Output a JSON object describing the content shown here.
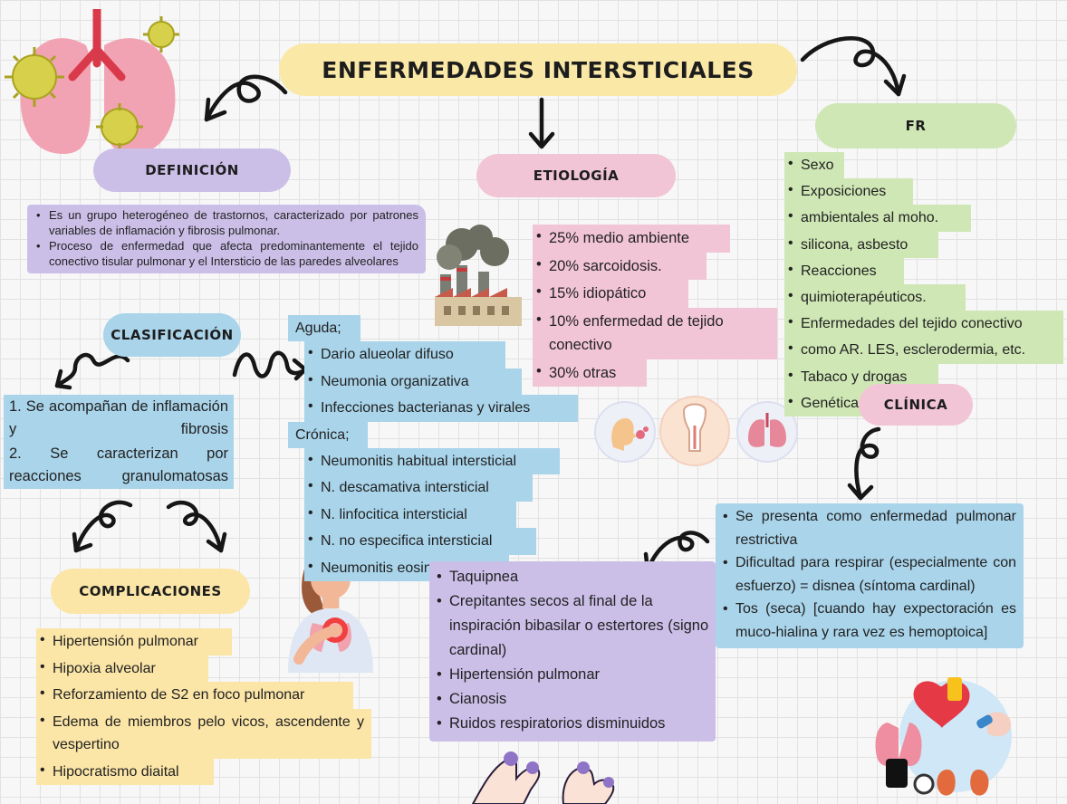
{
  "title": "ENFERMEDADES INTERSTICIALES",
  "colors": {
    "title_bg": "#fae8a6",
    "purple": "#cbbfe8",
    "pink": "#f2c5d6",
    "green": "#cfe7b5",
    "blue": "#a9d4ea",
    "yellow": "#fbe5a7"
  },
  "definicion": {
    "header": "DEFINICIÓN",
    "items": [
      "Es un grupo heterogéneo de trastornos, caracterizado por patrones variables de inflamación y fibrosis pulmonar.",
      "Proceso de enfermedad que afecta predominantemente el tejido conectivo tisular pulmonar y el Intersticio de las paredes alveolares"
    ]
  },
  "etiologia": {
    "header": "ETIOLOGÍA",
    "items": [
      "25% medio ambiente",
      "20% sarcoidosis.",
      "15% idiopático",
      "10% enfermedad de tejido conectivo",
      "30% otras"
    ]
  },
  "fr": {
    "header": "FR",
    "items": [
      {
        "bullet": true,
        "text": "Sexo"
      },
      {
        "bullet": true,
        "text": " Exposiciones"
      },
      {
        "bullet": true,
        "text": "ambientales al moho."
      },
      {
        "bullet": true,
        "text": " silicona, asbesto"
      },
      {
        "bullet": true,
        "text": " Reacciones"
      },
      {
        "bullet": true,
        "text": " quimioterapéuticos."
      },
      {
        "bullet": true,
        "text": "Enfermedades del tejido conectivo"
      },
      {
        "bullet": false,
        "text": "como AR. LES, esclerodermia, etc."
      },
      {
        "bullet": true,
        "text": " Tabaco y drogas"
      },
      {
        "bullet": true,
        "text": " Genética"
      }
    ]
  },
  "clasificacion": {
    "header": "CLASIFICACIÓN",
    "left_items": [
      "1. Se acompañan de inflamación y fibrosis",
      "2. Se caracterizan por reacciones granulomatosas"
    ],
    "aguda_label": "Aguda;",
    "aguda_items": [
      "Dario alueolar difuso",
      "Neumonia organizativa",
      "Infecciones bacterianas y virales"
    ],
    "cronica_label": "Crónica;",
    "cronica_items": [
      "Neumonitis habitual intersticial",
      "N. descamativa intersticial",
      "N. linfocitica intersticial",
      "N. no especifica intersticial",
      "Neumonitis eosinofilica"
    ]
  },
  "complicaciones": {
    "header": "COMPLICACIONES",
    "items": [
      "Hipertensión pulmonar",
      " Hipoxia alveolar",
      "Reforzamiento de S2 en foco pulmonar",
      " Edema de miembros pelo vicos, ascendente y vespertino",
      "Hipocratismo diaital"
    ]
  },
  "clinica": {
    "header": "CLÍNICA",
    "right_items": [
      "Se presenta como enfermedad pulmonar restrictiva",
      " Dificultad para respirar (especialmente con esfuerzo) = disnea (síntoma cardinal)",
      " Tos (seca) [cuando hay expectoración es muco-hialina y rara vez es hemoptoica]"
    ],
    "center_items": [
      "Taquipnea",
      " Crepitantes secos al final de la inspiración bibasilar o estertores (signo cardinal)",
      " Hipertensión pulmonar",
      " Cianosis",
      " Ruidos respiratorios disminuidos"
    ]
  },
  "icons": [
    "lungs-virus-icon",
    "factory-icon",
    "cough-icon",
    "throat-icon",
    "lungs-icon",
    "woman-chest-pain-icon",
    "clubbed-hands-icon",
    "medical-organs-icon"
  ]
}
